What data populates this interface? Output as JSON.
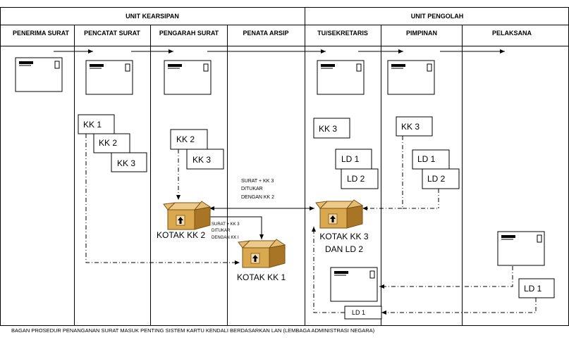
{
  "units": {
    "kearsipan": "UNIT KEARSIPAN",
    "pengolah": "UNIT PENGOLAH"
  },
  "columns": [
    "PENERIMA  SURAT",
    "PENCATAT SURAT",
    "PENGARAH SURAT",
    "PENATA ARSIP",
    "TU/SEKRETARIS",
    "PIMPINAN",
    "PELAKSANA"
  ],
  "cards": {
    "kk1": "KK 1",
    "kk2": "KK 2",
    "kk3": "KK 3",
    "ld1": "LD 1",
    "ld2": "LD 2"
  },
  "notes": {
    "exchange_kk3_kk2": [
      "SURAT + KK 3",
      "DITUKAR",
      "DENGAN KK 2"
    ],
    "exchange_kk3_kk1": [
      "SURAT + KK 3",
      "DITUKAR",
      "DENGAN KK I"
    ]
  },
  "boxes": {
    "kotak_kk2": "KOTAK KK 2",
    "kotak_kk1": "KOTAK KK 1",
    "kotak_kk3_line1": "KOTAK KK 3",
    "kotak_kk3_line2": "DAN LD 2"
  },
  "caption": "BAGAN PROSEDUR PENANGANAN SURAT MASUK PENTING SISTEM KARTU KENDALI BERDASARKAN LAN (LEMBAGA ADMINISTRASI NEGARA)",
  "colors": {
    "box_fill": "#d9a84f",
    "box_dark": "#a87426",
    "box_light": "#edc98a"
  },
  "icons": [
    "envelope-icon",
    "archive-box-icon",
    "up-arrow-icon"
  ]
}
